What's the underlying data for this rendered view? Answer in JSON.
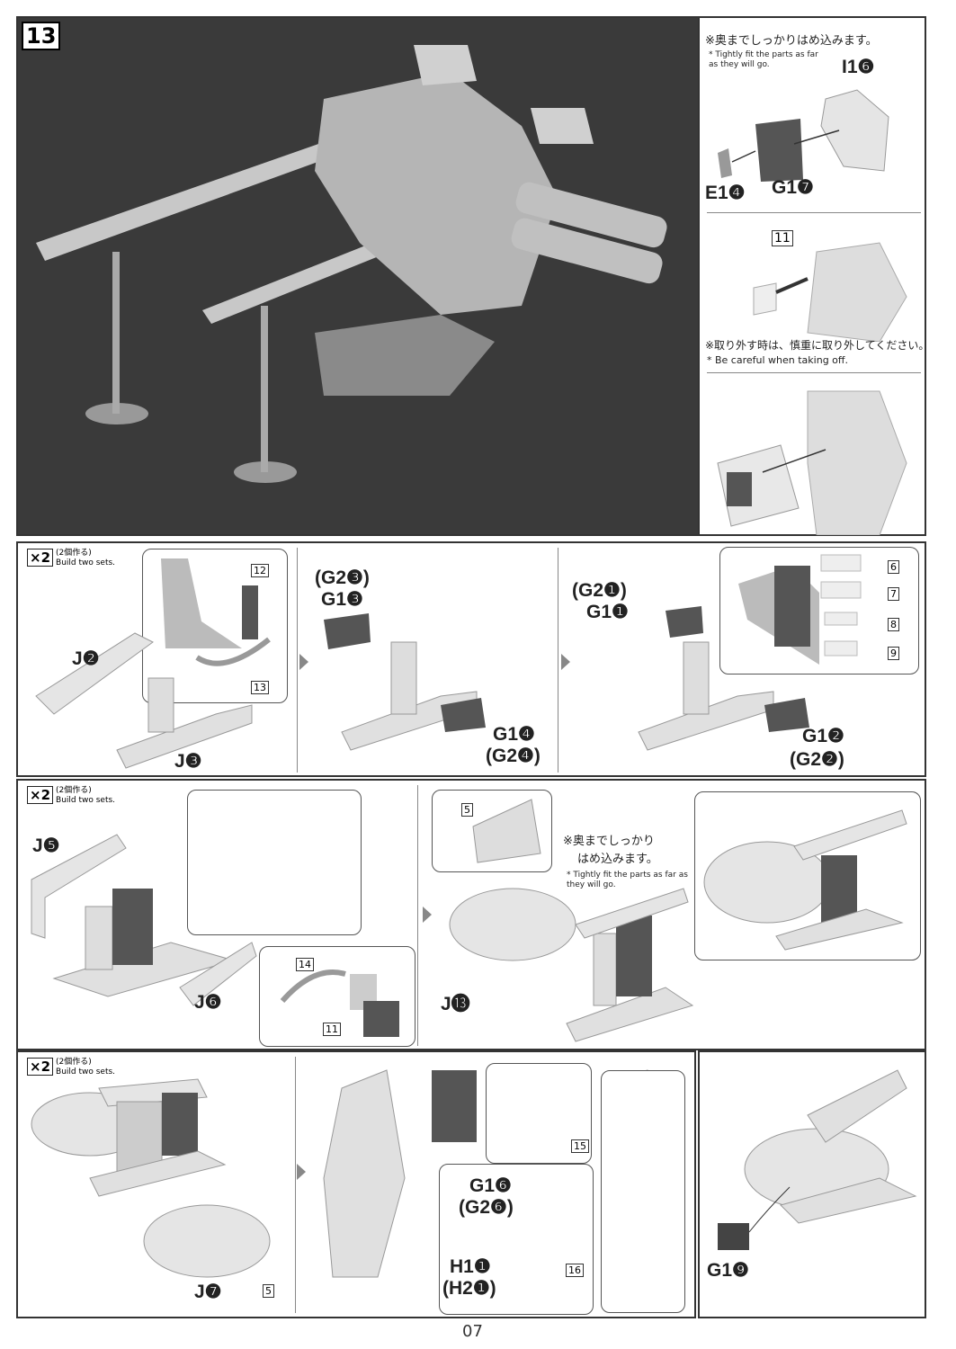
{
  "step": {
    "number": "13"
  },
  "top_right": {
    "note_jp": "※奥までしっかりはめ込みます。",
    "note_en": "* Tightly fit the parts as far as they will go.",
    "parts": [
      "I1❻",
      "E1❹",
      "G1❼"
    ],
    "ref_step": "11",
    "caution_jp": "※取り外す時は、慎重に取り外してください。",
    "caution_en": "* Be careful when taking off."
  },
  "row1": {
    "x2_badge": "×2",
    "x2_jp": "(2個作る)",
    "x2_en": "Build two sets.",
    "labels": [
      "J❷",
      "J❸",
      "(G2❸)",
      "G1❸",
      "G1❹",
      "(G2❹)",
      "(G2❶)",
      "G1❶",
      "G1❷",
      "(G2❷)"
    ],
    "callouts": [
      "12",
      "13",
      "6",
      "7",
      "8",
      "9"
    ]
  },
  "row2": {
    "x2_badge": "×2",
    "x2_jp": "(2個作る)",
    "x2_en": "Build two sets.",
    "labels": [
      "J❺",
      "J❻",
      "J⓭"
    ],
    "callouts": [
      "14",
      "11",
      "5"
    ],
    "note_jp1": "※奥までしっかり",
    "note_jp2": "はめ込みます。",
    "note_en": "* Tightly fit the parts as far as they will go."
  },
  "row3": {
    "x2_badge": "×2",
    "x2_jp": "(2個作る)",
    "x2_en": "Build two sets.",
    "labels": [
      "J❼",
      "G1❻",
      "(G2❻)",
      "H1❶",
      "(H2❶)",
      "G1❾"
    ],
    "callouts": [
      "5",
      "15",
      "16"
    ]
  },
  "page_number": "07"
}
